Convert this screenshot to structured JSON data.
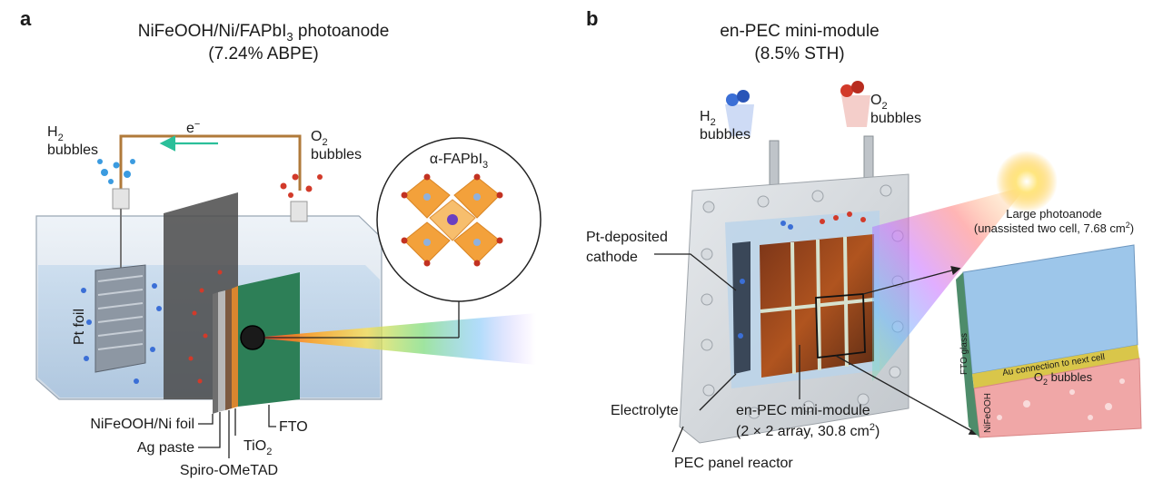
{
  "panel_a": {
    "letter": "a",
    "title": "NiFeOOH/Ni/FAPbI",
    "title_sub": "3",
    "title_end": " photoanode",
    "efficiency": "(7.24% ABPE)",
    "electron": "e",
    "electron_sup": "−",
    "h2": "H",
    "h2_sub": "2",
    "h2_bubbles": "bubbles",
    "o2": "O",
    "o2_sub": "2",
    "o2_bubbles": "bubbles",
    "crystal": "α-FAPbI",
    "crystal_sub": "3",
    "pt_foil": "Pt foil",
    "layers": {
      "nifeooh": "NiFeOOH/Ni foil",
      "ag": "Ag paste",
      "spiro": "Spiro-OMeTAD",
      "tio2": "TiO",
      "tio2_sub": "2",
      "fto": "FTO"
    }
  },
  "panel_b": {
    "letter": "b",
    "title": "en-PEC mini-module",
    "efficiency": "(8.5% STH)",
    "h2": "H",
    "h2_sub": "2",
    "h2_bubbles": "bubbles",
    "o2": "O",
    "o2_sub": "2",
    "o2_bubbles": "bubbles",
    "cathode_1": "Pt-deposited",
    "cathode_2": "cathode",
    "electrolyte": "Electrolyte",
    "module_1": "en-PEC mini-module",
    "module_2": "(2 × 2 array, 30.8 cm",
    "module_2_sup": "2",
    "module_2_end": ")",
    "reactor": "PEC panel reactor",
    "large_1": "Large photoanode",
    "large_2": "(unassisted two cell, 7.68 cm",
    "large_2_sup": "2",
    "large_2_end": ")",
    "inset_o2": "O",
    "inset_o2_sub": "2",
    "inset_o2_bubbles": " bubbles",
    "au_connection": "Au connection to next cell",
    "fto_glass": "FTO glass",
    "nifeooh": "NiFeOOH"
  },
  "colors": {
    "h2_bubble": "#3b6fd6",
    "o2_bubble": "#d23a2a",
    "wire": "#b07a3a",
    "arrow": "#2bbf9a",
    "perovskite": "#f3a13b"
  }
}
